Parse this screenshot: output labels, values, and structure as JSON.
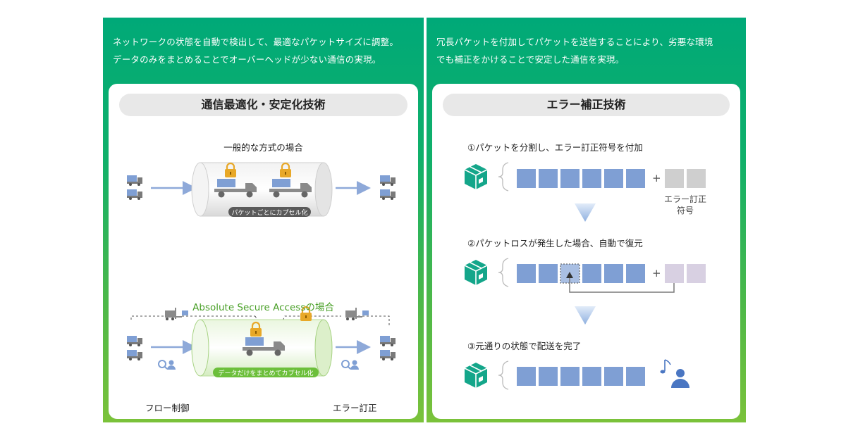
{
  "left": {
    "intro_line1": "ネットワークの状態を自動で検出して、最適なパケットサイズに調整。",
    "intro_line2": "データのみをまとめることでオーバーヘッドが少ない通信の実現。",
    "title": "通信最適化・安定化技術",
    "general_heading": "一般的な方式の場合",
    "general_tube_label": "パケットごとにカプセル化",
    "asa_heading": "Absolute Secure Accessの場合",
    "asa_tube_label": "データだけをまとめてカプセル化",
    "flow_control_label": "フロー制御",
    "error_correction_label": "エラー訂正"
  },
  "right": {
    "intro_line1": "冗長パケットを付加してパケットを送信することにより、劣悪な環境",
    "intro_line2": "でも補正をかけることで安定した通信を実現。",
    "title": "エラー補正技術",
    "step1": "①パケットを分割し、エラー訂正符号を付加",
    "step2": "②パケットロスが発生した場合、自動で復元",
    "step3": "③元通りの状態で配送を完了",
    "ecc_label_line1": "エラー訂正",
    "ecc_label_line2": "符号",
    "plus": "+",
    "plus2": "+"
  },
  "colors": {
    "green": "#00a978",
    "lime": "#6cbf3b",
    "packet_blue": "#7f9fd4",
    "code_gray": "#cfcfcf",
    "code_lilac": "#d8d0e2",
    "arrow_blue": "#8ea9d9",
    "truck_gray": "#8a8a8a",
    "lock_gold": "#e8a828",
    "box_teal": "#14a68a"
  },
  "icons": [
    "truck-icon",
    "padlock-icon",
    "tow-truck-icon",
    "forklift-icon",
    "search-user-icon",
    "cube-box-icon",
    "music-note-icon",
    "person-icon"
  ]
}
